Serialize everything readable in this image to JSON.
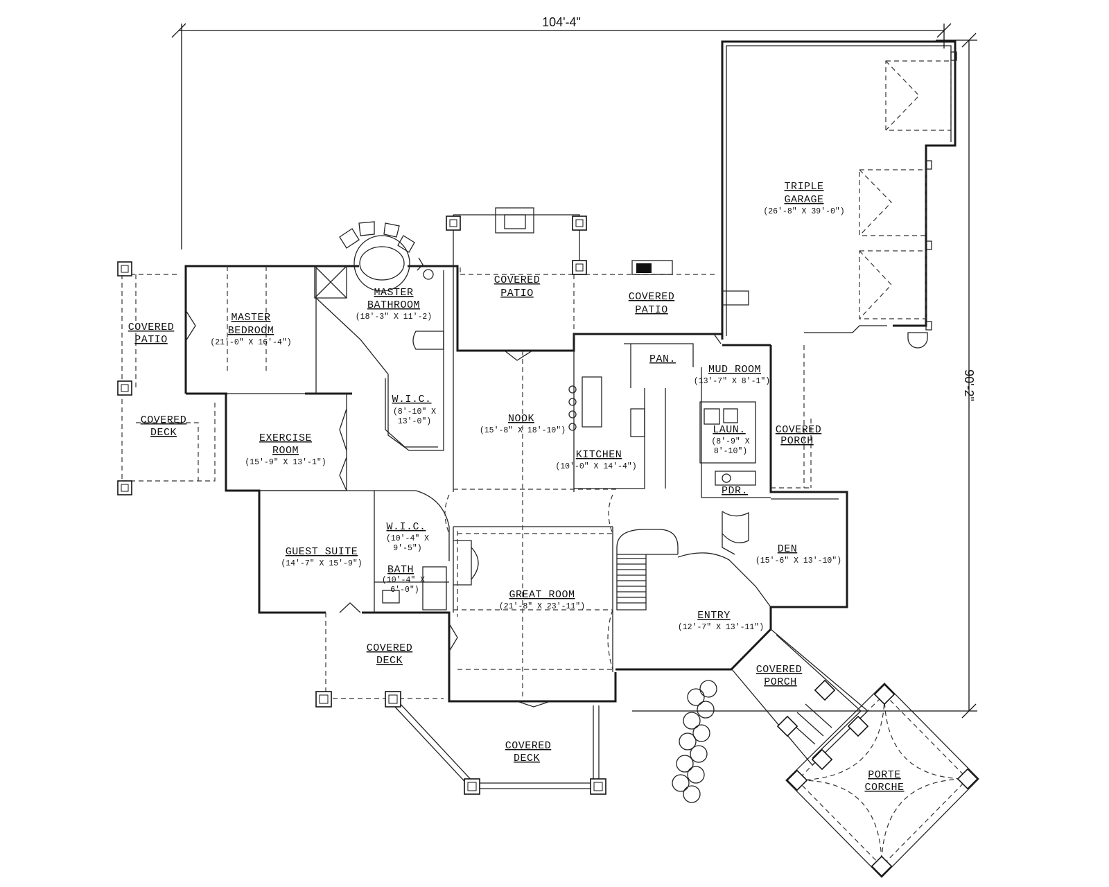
{
  "dimensions": {
    "overall_width": "104'-4\"",
    "overall_depth": "90'-2\""
  },
  "rooms": {
    "triple_garage": {
      "name": [
        "TRIPLE",
        "GARAGE"
      ],
      "size": "(26'-8\" X 39'-0\")"
    },
    "covered_patio_center": {
      "name": [
        "COVERED",
        "PATIO"
      ]
    },
    "covered_patio_right": {
      "name": [
        "COVERED",
        "PATIO"
      ]
    },
    "covered_patio_left": {
      "name": [
        "COVERED",
        "PATIO"
      ]
    },
    "master_bathroom": {
      "name": [
        "MASTER",
        "BATHROOM"
      ],
      "size": "(18'-3\" X 11'-2)"
    },
    "master_bedroom": {
      "name": [
        "MASTER",
        "BEDROOM"
      ],
      "size": "(21'-0\" X 16'-4\")"
    },
    "covered_deck_left": {
      "name": [
        "COVERED",
        "DECK"
      ]
    },
    "exercise_room": {
      "name": [
        "EXERCISE",
        "ROOM"
      ],
      "size": "(15'-9\" X 13'-1\")"
    },
    "wic_master": {
      "name": [
        "W.I.C."
      ],
      "size": [
        "(8'-10\" X",
        "13'-0\")"
      ]
    },
    "nook": {
      "name": [
        "NOOK"
      ],
      "size": "(15'-8\" X 18'-10\")"
    },
    "kitchen": {
      "name": [
        "KITCHEN"
      ],
      "size": "(10'-0\" X 14'-4\")"
    },
    "pantry": {
      "name": [
        "PAN."
      ]
    },
    "mud_room": {
      "name": [
        "MUD ROOM"
      ],
      "size": "(13'-7\" X 8'-1\")"
    },
    "laundry": {
      "name": [
        "LAUN."
      ],
      "size": [
        "(8'-9\" X",
        "8'-10\")"
      ]
    },
    "covered_porch_right": {
      "name": [
        "COVERED",
        "PORCH"
      ]
    },
    "powder": {
      "name": [
        "PDR."
      ]
    },
    "den": {
      "name": [
        "DEN"
      ],
      "size": "(15'-6\" X 13'-10\")"
    },
    "wic_guest": {
      "name": [
        "W.I.C."
      ],
      "size": [
        "(10'-4\" X",
        "9'-5\")"
      ]
    },
    "guest_suite": {
      "name": [
        "GUEST SUITE"
      ],
      "size": "(14'-7\" X 15'-9\")"
    },
    "bath": {
      "name": [
        "BATH"
      ],
      "size": [
        "(10'-4\" X",
        "6'-0\")"
      ]
    },
    "great_room": {
      "name": [
        "GREAT ROOM"
      ],
      "size": "(21'-8\" X 23'-11\")"
    },
    "entry": {
      "name": [
        "ENTRY"
      ],
      "size": "(12'-7\" X 13'-11\")"
    },
    "covered_deck_mid": {
      "name": [
        "COVERED",
        "DECK"
      ]
    },
    "covered_porch_front": {
      "name": [
        "COVERED",
        "PORCH"
      ]
    },
    "covered_deck_bottom": {
      "name": [
        "COVERED",
        "DECK"
      ]
    },
    "porte_corche": {
      "name": [
        "PORTE",
        "CORCHE"
      ]
    }
  }
}
